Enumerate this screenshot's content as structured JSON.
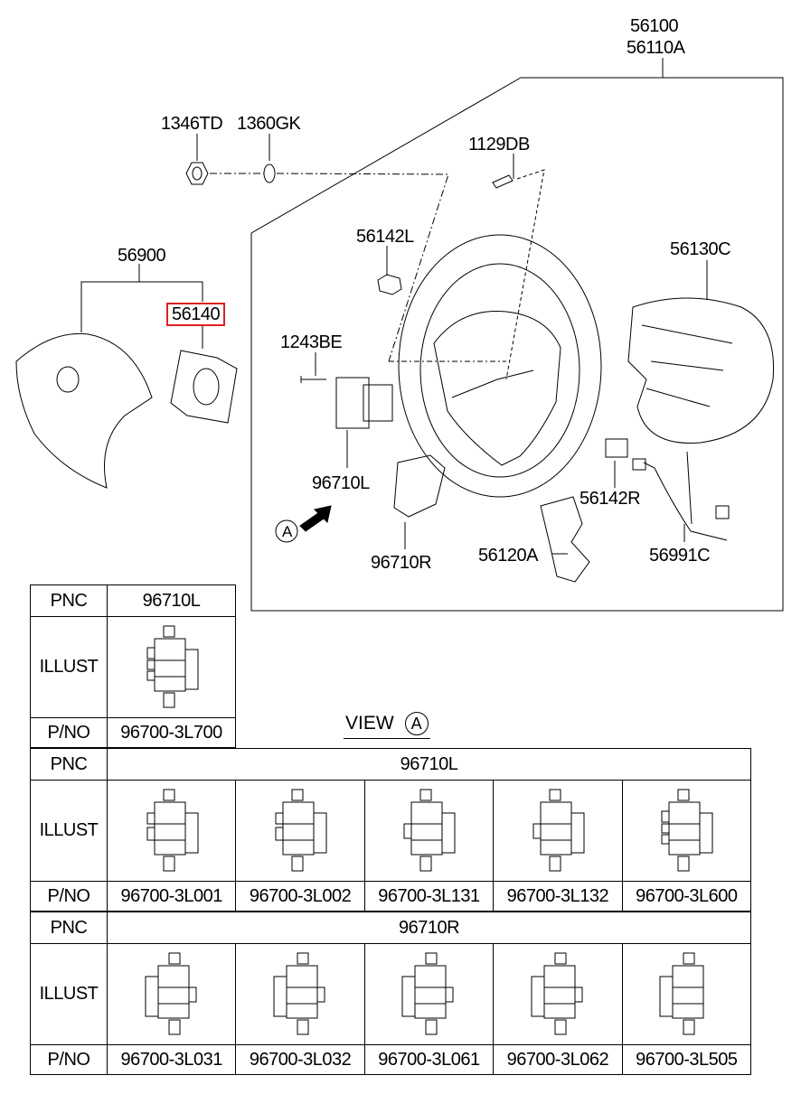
{
  "diagram": {
    "labels": {
      "assembly_main": "56100",
      "assembly_alt": "56110A",
      "nut": "1346TD",
      "washer": "1360GK",
      "screw": "1129DB",
      "bracket_left": "56142L",
      "cover": "56130C",
      "airbag_module": "56900",
      "clock_spring": "56140",
      "bolt": "1243BE",
      "switch_left": "96710L",
      "bracket_right": "56142R",
      "view_marker": "A",
      "switch_right": "96710R",
      "damper": "56120A",
      "wiring": "56991C"
    },
    "highlighted_part": "56140",
    "highlight_color": "#e02020"
  },
  "view": {
    "label": "VIEW",
    "marker": "A"
  },
  "table_top": {
    "pnc_label": "PNC",
    "pnc": "96710L",
    "illust_label": "ILLUST",
    "pno_label": "P/NO",
    "pno": "96700-3L700"
  },
  "table_left": {
    "pnc_label": "PNC",
    "pnc": "96710L",
    "illust_label": "ILLUST",
    "pno_label": "P/NO",
    "parts": [
      "96700-3L001",
      "96700-3L002",
      "96700-3L131",
      "96700-3L132",
      "96700-3L600"
    ]
  },
  "table_right": {
    "pnc_label": "PNC",
    "pnc": "96710R",
    "illust_label": "ILLUST",
    "pno_label": "P/NO",
    "parts": [
      "96700-3L031",
      "96700-3L032",
      "96700-3L061",
      "96700-3L062",
      "96700-3L505"
    ]
  }
}
